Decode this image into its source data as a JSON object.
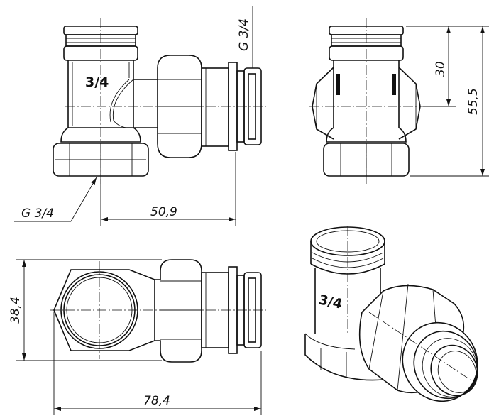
{
  "drawing": {
    "front_top_marking": "3/4",
    "iso_body_marking": "3/4",
    "thread_label_top": "G 3/4",
    "thread_label_bottom": "G 3/4",
    "dim_front_length": "50,9",
    "dim_side_height_30": "30",
    "dim_side_height_total": "55,5",
    "dim_plan_width": "38,4",
    "dim_plan_length": "78,4"
  }
}
